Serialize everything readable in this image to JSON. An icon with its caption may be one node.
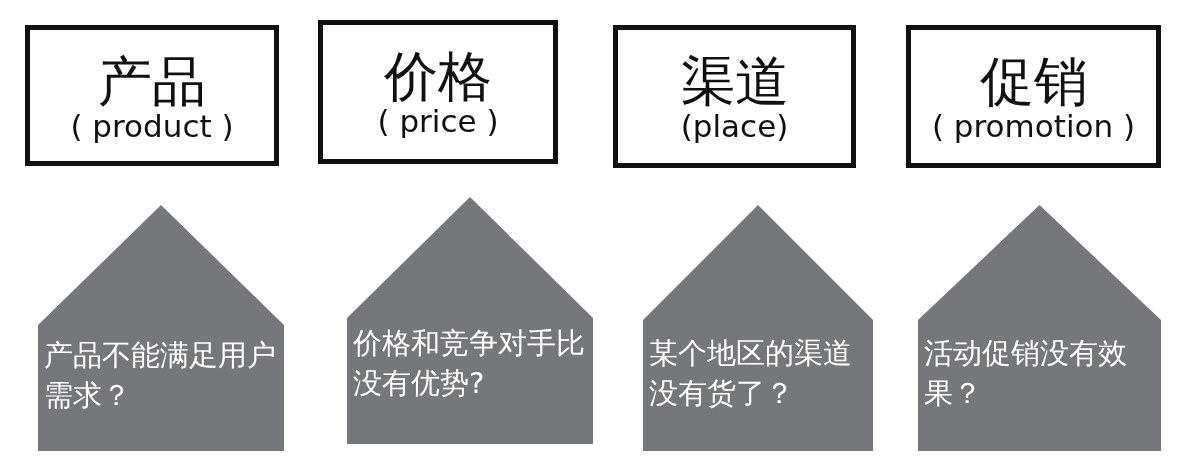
{
  "diagram": {
    "nodes": [
      {
        "text": [
          "产品",
          "( product )"
        ]
      },
      {
        "text": [
          "价格",
          "( price )"
        ]
      },
      {
        "text": [
          "渠道",
          "(place)"
        ]
      },
      {
        "text": [
          "促销",
          "( promotion )"
        ]
      },
      {
        "text": [
          "产品不能满足用户需求？"
        ]
      },
      {
        "text": [
          "价格和竞争对手比没有优势?"
        ]
      },
      {
        "text": [
          "某个地区的渠道没有货了？"
        ]
      },
      {
        "text": [
          "活动促销没有效果？"
        ]
      }
    ]
  }
}
